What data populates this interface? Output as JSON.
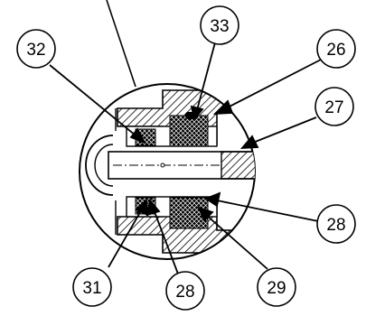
{
  "diagram": {
    "callouts": [
      {
        "id": "32",
        "label": "32"
      },
      {
        "id": "33",
        "label": "33"
      },
      {
        "id": "26",
        "label": "26"
      },
      {
        "id": "27",
        "label": "27"
      },
      {
        "id": "28a",
        "label": "28"
      },
      {
        "id": "31",
        "label": "31"
      },
      {
        "id": "28b",
        "label": "28"
      },
      {
        "id": "29",
        "label": "29"
      }
    ]
  }
}
